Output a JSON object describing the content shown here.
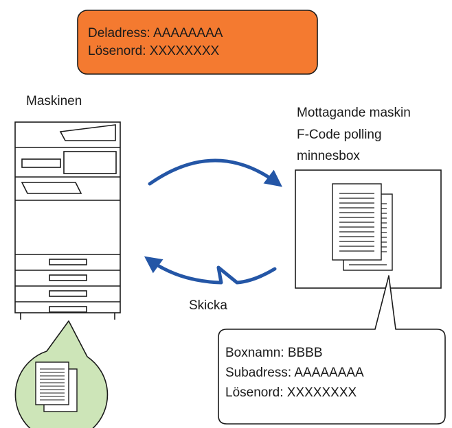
{
  "request_box": {
    "line1": "Deladress: AAAAAAAA",
    "line2": "Lösenord: XXXXXXXX",
    "fill_color": "#F47A30"
  },
  "sender": {
    "label": "Maskinen"
  },
  "receiver": {
    "label_line1": "Mottagande maskin",
    "label_line2": "F-Code polling",
    "label_line3": "minnesbox"
  },
  "send_label": "Skicka",
  "box_info": {
    "line1": "Boxnamn: BBBB",
    "line2": "Subadress: AAAAAAAA",
    "line3": "Lösenord: XXXXXXXX"
  },
  "colors": {
    "arrow": "#2456A6",
    "callout_fill": "#CDE5B8",
    "outline": "#1a1a1a"
  }
}
